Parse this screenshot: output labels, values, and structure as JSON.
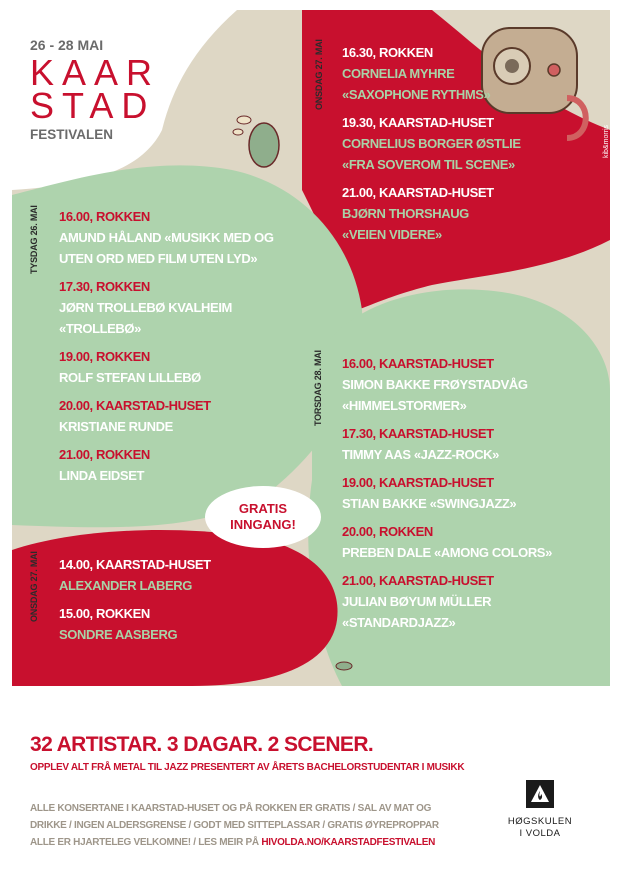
{
  "header": {
    "dates": "26 - 28 MAI",
    "logo_line1": "KAAR",
    "logo_line2": "STAD",
    "subtitle": "FESTIVALEN"
  },
  "days": {
    "tuesday": {
      "label": "TYSDAG 26. MAI",
      "events": [
        {
          "time": "16.00, ROKKEN",
          "lines": [
            "AMUND HÅLAND «MUSIKK MED OG",
            "UTEN ORD MED FILM UTEN LYD»"
          ]
        },
        {
          "time": "17.30, ROKKEN",
          "lines": [
            "JØRN TROLLEBØ KVALHEIM",
            "«TROLLEBØ»"
          ]
        },
        {
          "time": "19.00, ROKKEN",
          "lines": [
            "ROLF STEFAN LILLEBØ"
          ]
        },
        {
          "time": "20.00, KAARSTAD-HUSET",
          "lines": [
            "KRISTIANE RUNDE"
          ]
        },
        {
          "time": "21.00, ROKKEN",
          "lines": [
            "LINDA EIDSET"
          ]
        }
      ]
    },
    "wednesday_evening": {
      "label": "ONSDAG 27. MAI",
      "events": [
        {
          "time": "16.30, ROKKEN",
          "lines": [
            "CORNELIA MYHRE",
            "«SAXOPHONE RYTHMS»"
          ]
        },
        {
          "time": "19.30, KAARSTAD-HUSET",
          "lines": [
            "CORNELIUS BORGER ØSTLIE",
            "«FRA SOVEROM TIL SCENE»"
          ]
        },
        {
          "time": "21.00, KAARSTAD-HUSET",
          "lines": [
            "BJØRN THORSHAUG",
            "«VEIEN VIDERE»"
          ]
        }
      ]
    },
    "wednesday_afternoon": {
      "label": "ONSDAG 27. MAI",
      "events": [
        {
          "time": "14.00, KAARSTAD-HUSET",
          "lines": [
            "ALEXANDER LABERG"
          ]
        },
        {
          "time": "15.00, ROKKEN",
          "lines": [
            "SONDRE  AASBERG"
          ]
        }
      ]
    },
    "thursday": {
      "label": "TORSDAG 28. MAI",
      "events": [
        {
          "time": "16.00, KAARSTAD-HUSET",
          "lines": [
            "SIMON BAKKE FRØYSTADVÅG",
            "«HIMMELSTORMER»"
          ]
        },
        {
          "time": "17.30, KAARSTAD-HUSET",
          "lines": [
            "TIMMY AAS «JAZZ-ROCK»"
          ]
        },
        {
          "time": "19.00, KAARSTAD-HUSET",
          "lines": [
            "STIAN BAKKE «SWINGJAZZ»"
          ]
        },
        {
          "time": "20.00, ROKKEN",
          "lines": [
            "PREBEN DALE «AMONG COLORS»"
          ]
        },
        {
          "time": "21.00, KAARSTAD-HUSET",
          "lines": [
            "JULIAN BØYUM MÜLLER",
            "«STANDARDJAZZ»"
          ]
        }
      ]
    }
  },
  "bubble": {
    "line1": "GRATIS",
    "line2": "INNGANG!"
  },
  "credit": "kib&morris",
  "footer": {
    "headline": "32 ARTISTAR. 3 DAGAR. 2 SCENER.",
    "subheadline": "OPPLEV ALT FRÅ METAL TIL JAZZ PRESENTERT AV ÅRETS BACHELORSTUDENTAR I MUSIKK",
    "info_line1": "ALLE KONSERTANE I KAARSTAD-HUSET OG PÅ ROKKEN ER GRATIS / SAL AV MAT OG",
    "info_line2": "DRIKKE / INGEN ALDERSGRENSE / GODT MED SITTEPLASSAR / GRATIS ØYREPROPPAR",
    "info_line3": "ALLE ER HJARTELEG VELKOMNE! / LES MEIR PÅ ",
    "link": "HIVOLDA.NO/KAARSTADFESTIVALEN",
    "org_line1": "HØGSKULEN",
    "org_line2": "I VOLDA"
  },
  "colors": {
    "red": "#c8102e",
    "green": "#aed3ad",
    "beige": "#ded7c5"
  }
}
